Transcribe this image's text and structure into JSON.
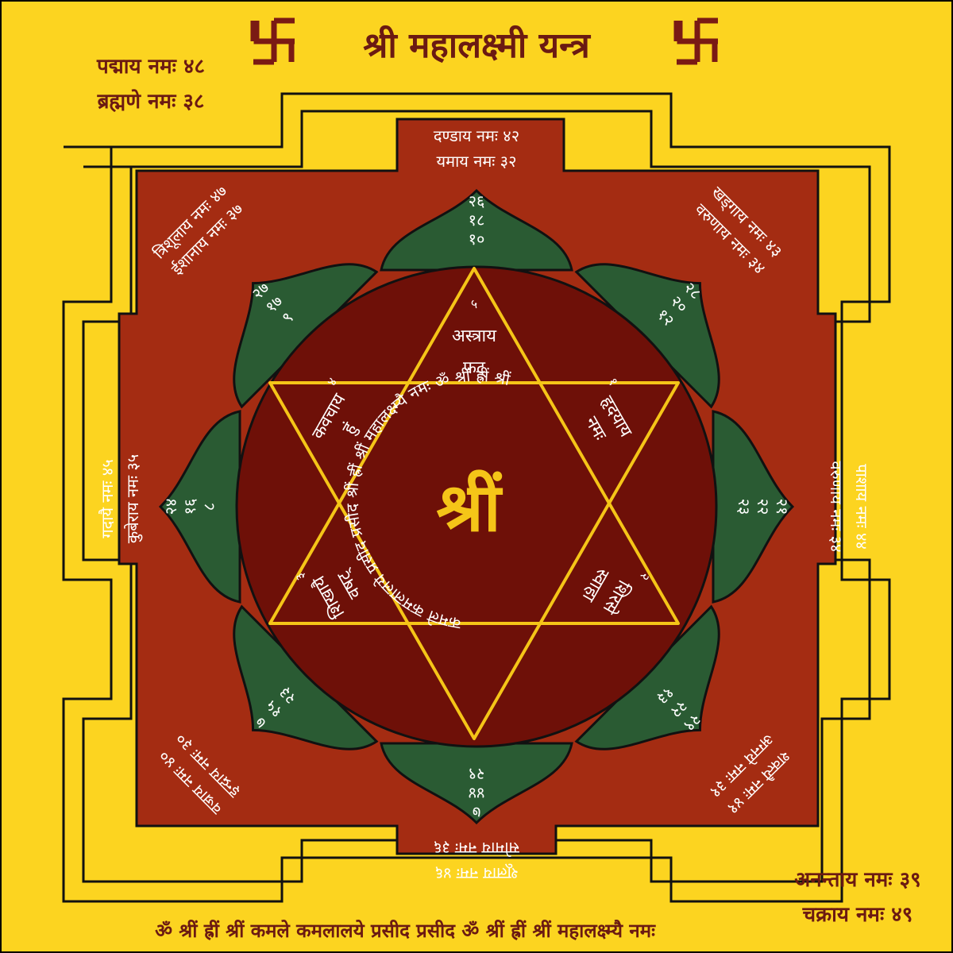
{
  "title": "श्री महालक्ष्मी यन्त्र",
  "colors": {
    "background": "#fcd420",
    "square": "#a42c12",
    "circle": "#6e1008",
    "petal": "#2a5b33",
    "star_line": "#f5c518",
    "text_maroon": "#6b1a12",
    "swastika": "#7a1a14"
  },
  "icons": [
    "swastika-icon"
  ],
  "corners": {
    "top_left": [
      "पद्माय नमः ४८",
      "ब्रह्मणे नमः ३८"
    ],
    "bottom_right": [
      "अनन्ताय नमः ३९",
      "चक्राय नमः ४९"
    ]
  },
  "gates": {
    "top": [
      "दण्डाय नमः ४२",
      "यमाय नमः ३२"
    ],
    "right": [
      "पाशाय नमः ४४",
      "वरुणाय नमः ३४"
    ],
    "bottom": [
      "शूलाय नमः ४६",
      "सोमाय नमः ३६"
    ],
    "left": [
      "गदायै नमः ४५",
      "कुबेराय नमः ३५"
    ]
  },
  "diagonals": {
    "top_left": [
      "त्रिशूलाय नमः ४७",
      "ईशानाय नमः ३७"
    ],
    "top_right": [
      "खड्गाय नमः ४३",
      "वरुणाय नमः ३४"
    ],
    "bottom_left": [
      "वज्राय नमः ४०",
      "इन्द्राय नमः ३०"
    ],
    "bottom_right": [
      "शक्त्यै नमः ४१",
      "अग्नये नमः ३१"
    ]
  },
  "petals": {
    "top": [
      "२६",
      "१८",
      "१०"
    ],
    "top_right": [
      "२८",
      "२०",
      "१२"
    ],
    "right": [
      "२१",
      "२२",
      "२३"
    ],
    "bottom_right": [
      "२९",
      "२२",
      "१३"
    ],
    "bottom": [
      "७",
      "४४",
      "२९"
    ],
    "bottom_left": [
      "७",
      "१५",
      "२३"
    ],
    "left": [
      "२४",
      "१६",
      "८"
    ],
    "top_left": [
      "२७",
      "१७",
      "९"
    ]
  },
  "star_points": {
    "top": {
      "number": "५",
      "line1": "अस्त्राय",
      "line2": "फट्"
    },
    "upper_right": {
      "number": "१",
      "line1": "हृदयाय",
      "line2": "नमः"
    },
    "lower_right": {
      "number": "२",
      "line1": "शिरसे",
      "line2": "स्वाहा"
    },
    "lower_left": {
      "number": "३",
      "line1": "शिखायै",
      "line2": "वषट्"
    },
    "upper_left": {
      "number": "४",
      "line1": "कवचाय",
      "line2": "हुं"
    }
  },
  "circle_mantra": "कमले कमलालये प्रसीद प्रसीद श्रीं ह्रीं श्रीं महालक्ष्म्यै नमः ॐ श्रीं ह्रीं श्रीं",
  "center_bija": "श्रीं",
  "bottom_mantra": "ॐ श्रीं ह्रीं श्रीं कमले कमलालये प्रसीद प्रसीद ॐ श्रीं ह्रीं श्रीं महालक्ष्म्यै नमः"
}
